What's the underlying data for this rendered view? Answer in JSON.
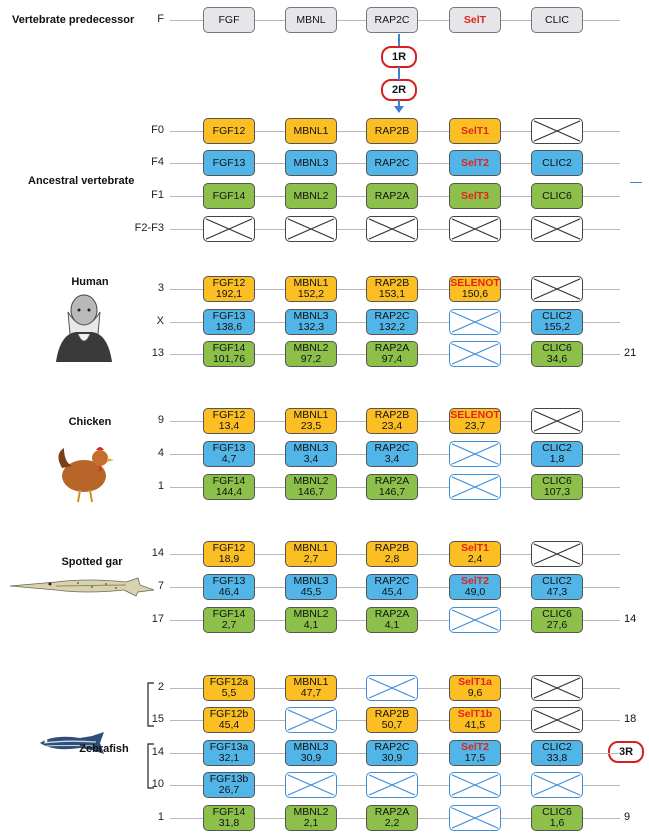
{
  "sections": [
    {
      "key": "pred",
      "title": "Vertebrate predecessor",
      "rows": [
        {
          "label": "F",
          "cells": [
            {
              "n": "FGF",
              "c": "gray"
            },
            {
              "n": "MBNL",
              "c": "gray"
            },
            {
              "n": "RAP2C",
              "c": "gray"
            },
            {
              "n": "SelT",
              "c": "gray",
              "red": true
            },
            {
              "n": "CLIC",
              "c": "gray"
            }
          ],
          "right": ""
        }
      ]
    },
    {
      "key": "anc",
      "title": "Ancestral vertebrate",
      "rows": [
        {
          "label": "F0",
          "cells": [
            {
              "n": "FGF12",
              "c": "orange"
            },
            {
              "n": "MBNL1",
              "c": "orange"
            },
            {
              "n": "RAP2B",
              "c": "orange"
            },
            {
              "n": "SelT1",
              "c": "orange",
              "red": true
            },
            {
              "x": true
            }
          ],
          "right": ""
        },
        {
          "label": "F4",
          "cells": [
            {
              "n": "FGF13",
              "c": "blue"
            },
            {
              "n": "MBNL3",
              "c": "blue"
            },
            {
              "n": "RAP2C",
              "c": "blue"
            },
            {
              "n": "SelT2",
              "c": "blue",
              "red": true
            },
            {
              "n": "CLIC2",
              "c": "blue"
            }
          ],
          "right": ""
        },
        {
          "label": "F1",
          "cells": [
            {
              "n": "FGF14",
              "c": "green"
            },
            {
              "n": "MBNL2",
              "c": "green"
            },
            {
              "n": "RAP2A",
              "c": "green"
            },
            {
              "n": "SelT3",
              "c": "green",
              "red": true
            },
            {
              "n": "CLIC6",
              "c": "green"
            }
          ],
          "right": ""
        },
        {
          "label": "F2-F3",
          "cells": [
            {
              "x": true
            },
            {
              "x": true
            },
            {
              "x": true
            },
            {
              "x": true
            },
            {
              "x": true
            }
          ],
          "right": ""
        }
      ]
    },
    {
      "key": "human",
      "title": "Human",
      "rows": [
        {
          "label": "3",
          "cells": [
            {
              "n": "FGF12",
              "v": "192,1",
              "c": "orange"
            },
            {
              "n": "MBNL1",
              "v": "152,2",
              "c": "orange"
            },
            {
              "n": "RAP2B",
              "v": "153,1",
              "c": "orange"
            },
            {
              "n": "SELENOT",
              "v": "150,6",
              "c": "orange",
              "red": true
            },
            {
              "x": true
            }
          ],
          "right": ""
        },
        {
          "label": "X",
          "cells": [
            {
              "n": "FGF13",
              "v": "138,6",
              "c": "blue"
            },
            {
              "n": "MBNL3",
              "v": "132,3",
              "c": "blue"
            },
            {
              "n": "RAP2C",
              "v": "132,2",
              "c": "blue"
            },
            {
              "x": true,
              "c": "blue"
            },
            {
              "n": "CLIC2",
              "v": "155,2",
              "c": "blue"
            }
          ],
          "right": ""
        },
        {
          "label": "13",
          "cells": [
            {
              "n": "FGF14",
              "v": "101,76",
              "c": "green"
            },
            {
              "n": "MBNL2",
              "v": "97,2",
              "c": "green"
            },
            {
              "n": "RAP2A",
              "v": "97,4",
              "c": "green"
            },
            {
              "x": true,
              "c": "blue"
            },
            {
              "n": "CLIC6",
              "v": "34,6",
              "c": "green"
            }
          ],
          "right": "21"
        }
      ]
    },
    {
      "key": "chicken",
      "title": "Chicken",
      "rows": [
        {
          "label": "9",
          "cells": [
            {
              "n": "FGF12",
              "v": "13,4",
              "c": "orange"
            },
            {
              "n": "MBNL1",
              "v": "23,5",
              "c": "orange"
            },
            {
              "n": "RAP2B",
              "v": "23,4",
              "c": "orange"
            },
            {
              "n": "SELENOT",
              "v": "23,7",
              "c": "orange",
              "red": true
            },
            {
              "x": true
            }
          ],
          "right": ""
        },
        {
          "label": "4",
          "cells": [
            {
              "n": "FGF13",
              "v": "4,7",
              "c": "blue"
            },
            {
              "n": "MBNL3",
              "v": "3,4",
              "c": "blue"
            },
            {
              "n": "RAP2C",
              "v": "3,4",
              "c": "blue"
            },
            {
              "x": true,
              "c": "blue"
            },
            {
              "n": "CLIC2",
              "v": "1,8",
              "c": "blue"
            }
          ],
          "right": ""
        },
        {
          "label": "1",
          "cells": [
            {
              "n": "FGF14",
              "v": "144,4",
              "c": "green"
            },
            {
              "n": "MBNL2",
              "v": "146,7",
              "c": "green"
            },
            {
              "n": "RAP2A",
              "v": "146,7",
              "c": "green"
            },
            {
              "x": true,
              "c": "blue"
            },
            {
              "n": "CLIC6",
              "v": "107,3",
              "c": "green"
            }
          ],
          "right": ""
        }
      ]
    },
    {
      "key": "gar",
      "title": "Spotted gar",
      "rows": [
        {
          "label": "14",
          "cells": [
            {
              "n": "FGF12",
              "v": "18,9",
              "c": "orange"
            },
            {
              "n": "MBNL1",
              "v": "2,7",
              "c": "orange"
            },
            {
              "n": "RAP2B",
              "v": "2,8",
              "c": "orange"
            },
            {
              "n": "SelT1",
              "v": "2,4",
              "c": "orange",
              "red": true
            },
            {
              "x": true
            }
          ],
          "right": ""
        },
        {
          "label": "7",
          "cells": [
            {
              "n": "FGF13",
              "v": "46,4",
              "c": "blue"
            },
            {
              "n": "MBNL3",
              "v": "45,5",
              "c": "blue"
            },
            {
              "n": "RAP2C",
              "v": "45,4",
              "c": "blue"
            },
            {
              "n": "SelT2",
              "v": "49,0",
              "c": "blue",
              "red": true
            },
            {
              "n": "CLIC2",
              "v": "47,3",
              "c": "blue"
            }
          ],
          "right": ""
        },
        {
          "label": "17",
          "cells": [
            {
              "n": "FGF14",
              "v": "2,7",
              "c": "green"
            },
            {
              "n": "MBNL2",
              "v": "4,1",
              "c": "green"
            },
            {
              "n": "RAP2A",
              "v": "4,1",
              "c": "green"
            },
            {
              "x": true,
              "c": "blue"
            },
            {
              "n": "CLIC6",
              "v": "27,6",
              "c": "green"
            }
          ],
          "right": "14"
        }
      ]
    },
    {
      "key": "zebra",
      "title": "Zebrafish",
      "rows": [
        {
          "label": "2",
          "cells": [
            {
              "n": "FGF12a",
              "v": "5,5",
              "c": "orange"
            },
            {
              "n": "MBNL1",
              "v": "47,7",
              "c": "orange"
            },
            {
              "x": true,
              "c": "blue"
            },
            {
              "n": "SelT1a",
              "v": "9,6",
              "c": "orange",
              "red": true
            },
            {
              "x": true
            }
          ],
          "right": ""
        },
        {
          "label": "15",
          "cells": [
            {
              "n": "FGF12b",
              "v": "45,4",
              "c": "orange"
            },
            {
              "x": true,
              "c": "blue"
            },
            {
              "n": "RAP2B",
              "v": "50,7",
              "c": "orange"
            },
            {
              "n": "SelT1b",
              "v": "41,5",
              "c": "orange",
              "red": true
            },
            {
              "x": true
            }
          ],
          "right": "18"
        },
        {
          "label": "14",
          "cells": [
            {
              "n": "FGF13a",
              "v": "32,1",
              "c": "blue"
            },
            {
              "n": "MBNL3",
              "v": "30,9",
              "c": "blue"
            },
            {
              "n": "RAP2C",
              "v": "30,9",
              "c": "blue"
            },
            {
              "n": "SelT2",
              "v": "17,5",
              "c": "blue",
              "red": true
            },
            {
              "n": "CLIC2",
              "v": "33,8",
              "c": "blue"
            }
          ],
          "right": ""
        },
        {
          "label": "10",
          "cells": [
            {
              "n": "FGF13b",
              "v": "26,7",
              "c": "blue"
            },
            {
              "x": true,
              "c": "blue"
            },
            {
              "x": true,
              "c": "blue"
            },
            {
              "x": true,
              "c": "blue"
            },
            {
              "x": true,
              "c": "blue"
            }
          ],
          "right": ""
        },
        {
          "label": "1",
          "cells": [
            {
              "n": "FGF14",
              "v": "31,8",
              "c": "green"
            },
            {
              "n": "MBNL2",
              "v": "2,1",
              "c": "green"
            },
            {
              "n": "RAP2A",
              "v": "2,2",
              "c": "green"
            },
            {
              "x": true,
              "c": "blue"
            },
            {
              "n": "CLIC6",
              "v": "1,6",
              "c": "green"
            }
          ],
          "right": "9"
        }
      ]
    }
  ],
  "rounds": {
    "r1": "1R",
    "r2": "2R",
    "r3": "3R"
  },
  "colors": {
    "orange": "#fbbf24",
    "blue": "#52b5e8",
    "green": "#8cc04a",
    "gray": "#e6e6ea",
    "red": "#e2231a"
  }
}
